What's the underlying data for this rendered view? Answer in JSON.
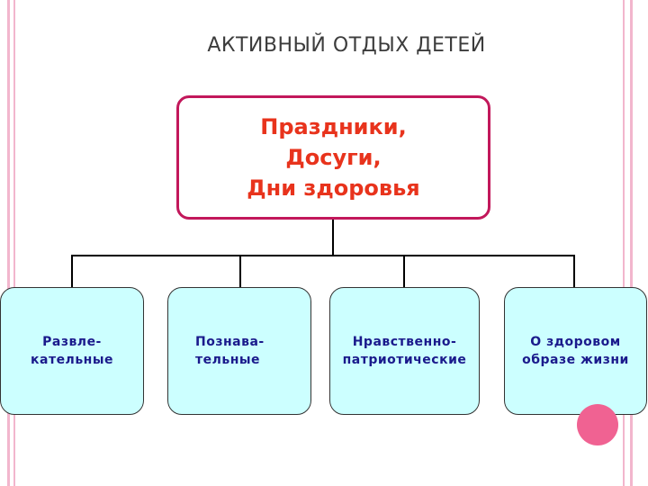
{
  "title": "АКТИВНЫЙ ОТДЫХ ДЕТЕЙ",
  "root": {
    "lines": [
      "Праздники,",
      "Досуги,",
      "Дни здоровья"
    ]
  },
  "children": [
    {
      "lines": [
        "Развле-",
        "кательные"
      ]
    },
    {
      "lines": [
        "Познава-",
        "тельные"
      ]
    },
    {
      "lines": [
        "Нравственно-",
        "патриотические"
      ]
    },
    {
      "lines": [
        "О здоровом",
        "образе жизни"
      ]
    }
  ],
  "colors": {
    "root_border": "#c2185b",
    "root_text": "#e8331c",
    "child_fill": "#ccffff",
    "child_text": "#1a1a8c",
    "frame": "#f2b6cd",
    "dot": "#f06292"
  }
}
